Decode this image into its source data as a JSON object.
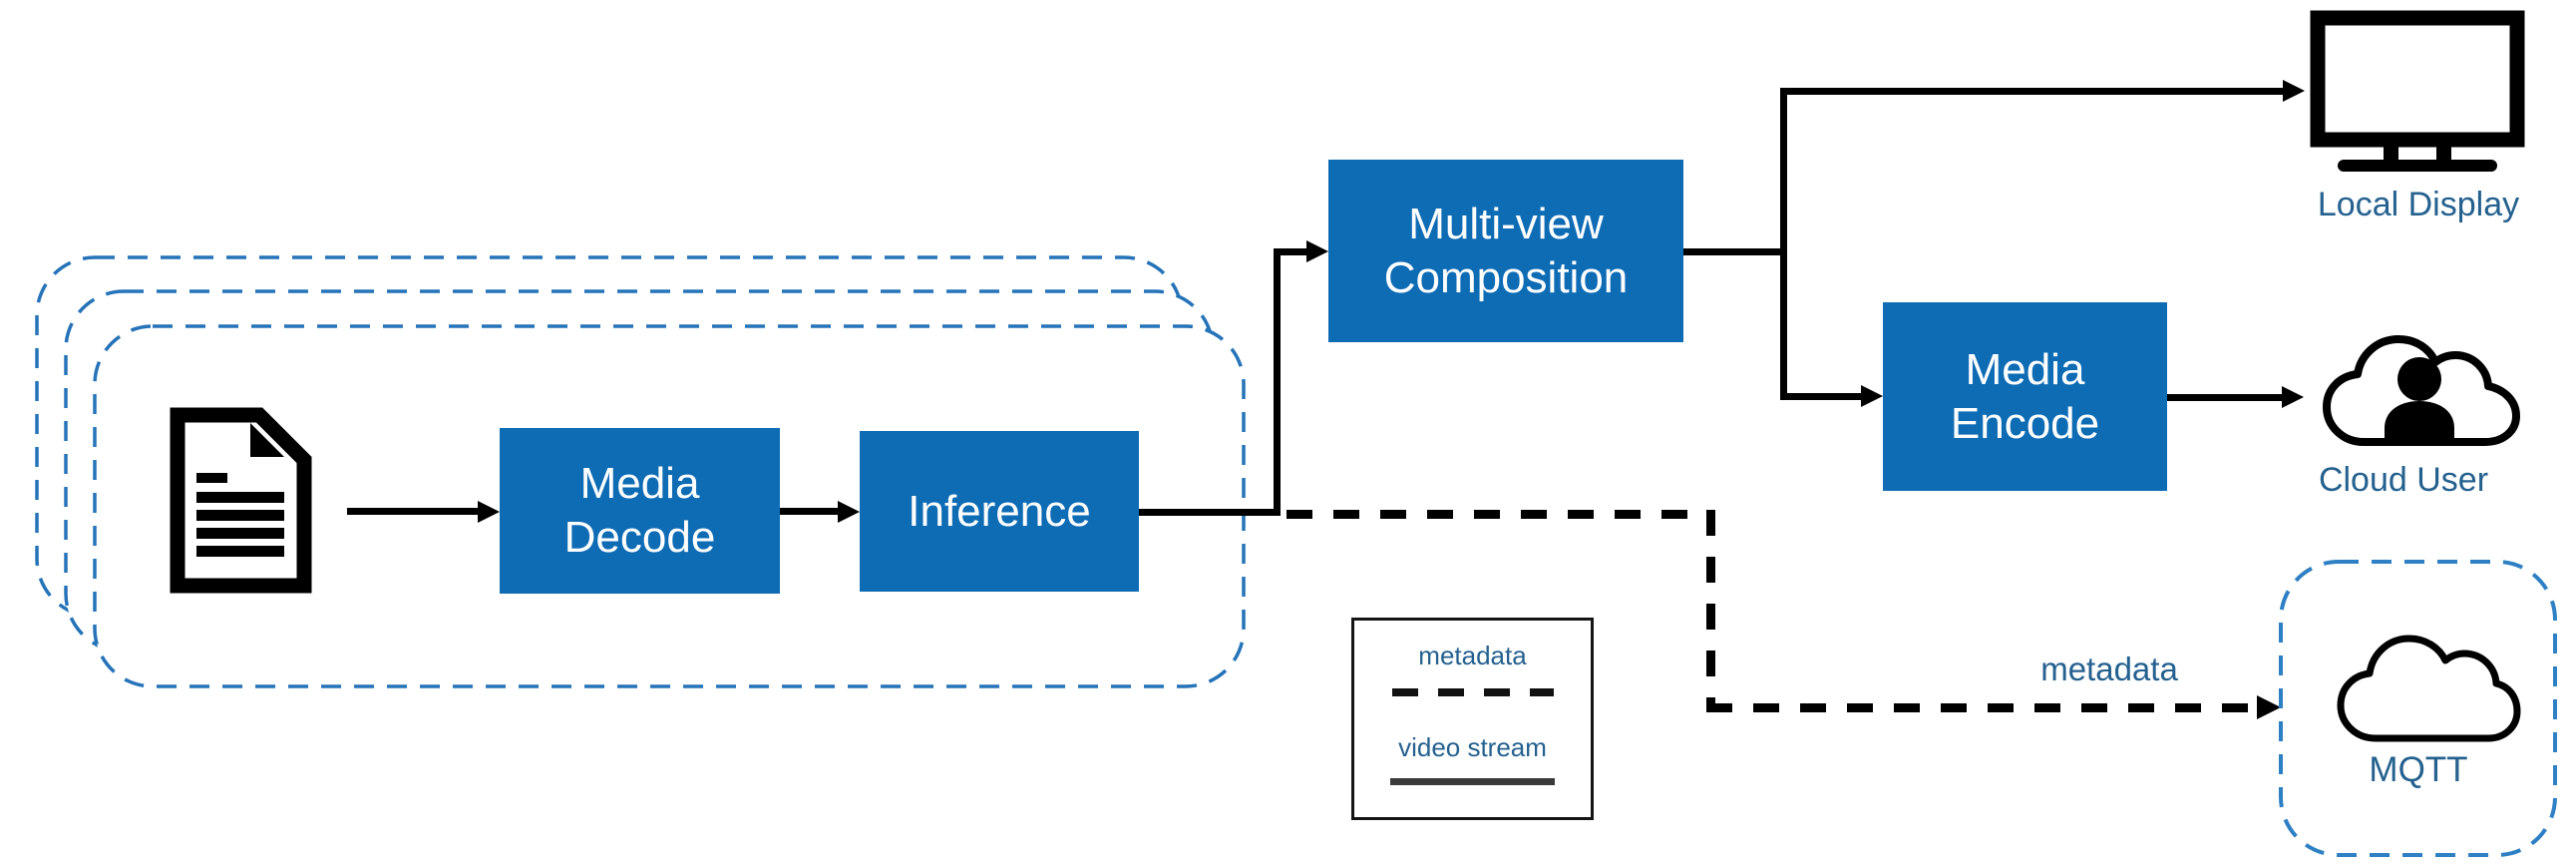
{
  "nodes": {
    "input_sources": {
      "icon": "document-icon",
      "style": "stack-of-three-dashed-rounded-rectangles"
    },
    "media_decode": {
      "label": "Media Decode",
      "lines": [
        "Media",
        "Decode"
      ]
    },
    "inference": {
      "label": "Inference",
      "lines": [
        "Inference"
      ]
    },
    "multiview_composition": {
      "label": "Multi-view Composition",
      "lines": [
        "Multi-view",
        "Composition"
      ]
    },
    "media_encode": {
      "label": "Media Encode",
      "lines": [
        "Media",
        "Encode"
      ]
    },
    "local_display": {
      "label": "Local Display",
      "icon": "monitor-icon"
    },
    "cloud_user": {
      "label": "Cloud User",
      "icon": "cloud-user-icon"
    },
    "mqtt": {
      "label": "MQTT",
      "icon": "cloud-icon"
    }
  },
  "flow_labels": {
    "metadata": "metadata"
  },
  "legend": {
    "items": [
      {
        "label": "metadata",
        "line_style": "dashed"
      },
      {
        "label": "video stream",
        "line_style": "solid"
      }
    ]
  },
  "colors": {
    "box_blue": "#0e6cb5",
    "label_text_blue": "#24618f",
    "stack_border_blue": "#2573b8",
    "mqtt_border_blue": "#2e80c4",
    "line_black": "#000000",
    "legend_solid_line": "#3a3a3a"
  }
}
